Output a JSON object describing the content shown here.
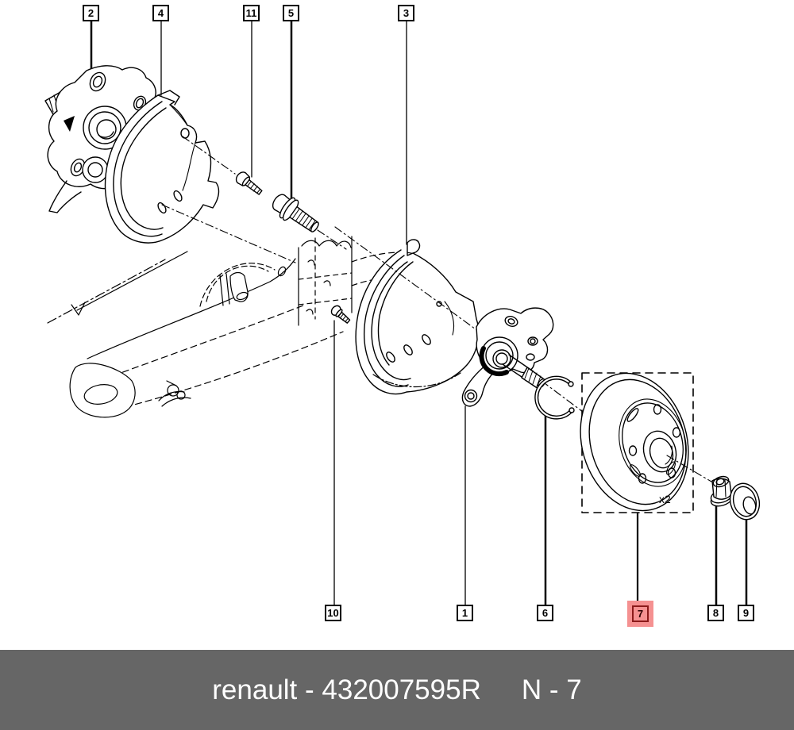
{
  "diagram": {
    "callouts": {
      "c1": "1",
      "c2": "2",
      "c3": "3",
      "c4": "4",
      "c5": "5",
      "c6": "6",
      "c7": "7",
      "c8": "8",
      "c9": "9",
      "c10": "10",
      "c11": "11"
    },
    "quantity_label": "x2",
    "highlighted_callout": "7",
    "colors": {
      "line": "#000000",
      "background": "#ffffff",
      "highlight_bg": "#f59191",
      "highlight_border": "#8b1a1a",
      "highlight_text": "#2b0000"
    }
  },
  "footer": {
    "brand": "renault",
    "part_number": "432007595R",
    "label": "renault - 432007595R",
    "page_ref": "N - 7",
    "colors": {
      "background": "#666666",
      "text": "#ffffff"
    }
  }
}
